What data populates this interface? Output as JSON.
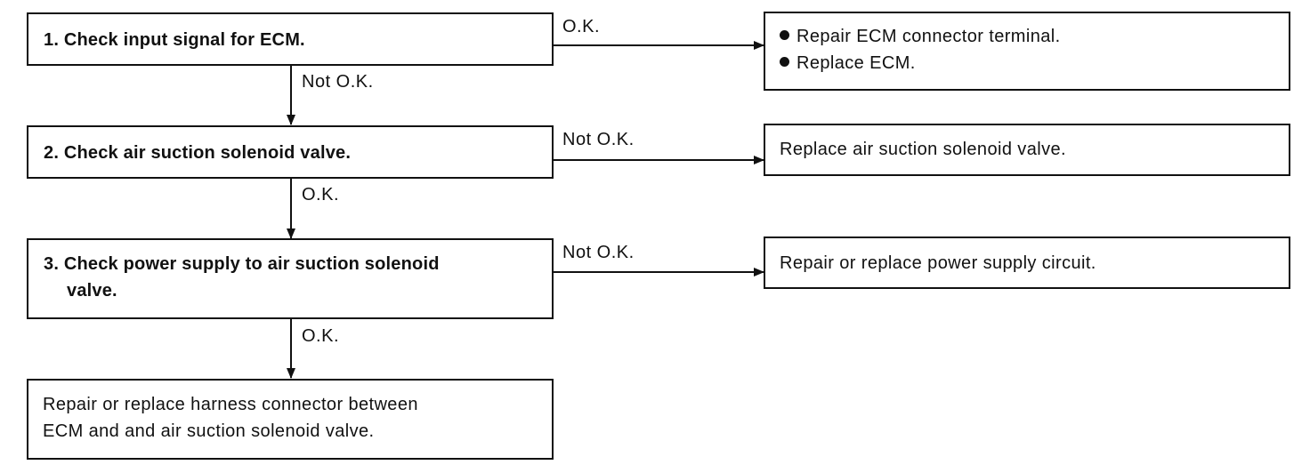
{
  "steps": [
    {
      "text": "1. Check input signal for ECM."
    },
    {
      "text": "2. Check air suction solenoid valve."
    },
    {
      "line1": "3. Check power supply to air suction solenoid",
      "line2": "valve."
    }
  ],
  "results": {
    "r1": {
      "items": [
        "Repair ECM connector terminal.",
        "Replace ECM."
      ]
    },
    "r2": {
      "text": "Replace air suction solenoid valve."
    },
    "r3": {
      "text": "Repair or replace power supply circuit."
    },
    "r4": {
      "line1": "Repair or replace harness connector between",
      "line2": "ECM and and air suction solenoid valve."
    }
  },
  "labels": {
    "s1_right": "O.K.",
    "s1_down": "Not O.K.",
    "s2_right": "Not O.K.",
    "s2_down": "O.K.",
    "s3_right": "Not O.K.",
    "s3_down": "O.K."
  }
}
